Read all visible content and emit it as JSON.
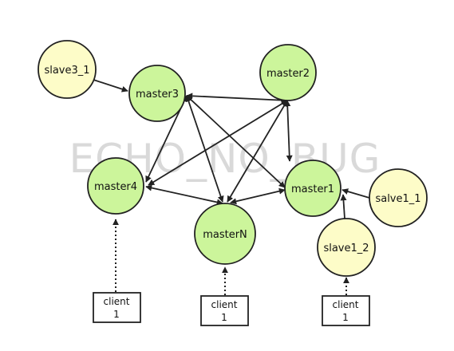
{
  "watermark": "ECHO_NO_BUG",
  "colors": {
    "master_fill": "#ccf59b",
    "slave_fill": "#fdfcc8",
    "stroke": "#222222",
    "watermark": "#d9d9d9"
  },
  "nodes": {
    "slave3_1": "slave3_1",
    "master3": "master3",
    "master2": "master2",
    "master4": "master4",
    "masterN": "masterN",
    "master1": "master1",
    "salve1_1": "salve1_1",
    "slave1_2": "slave1_2"
  },
  "clients": [
    {
      "line1": "client",
      "line2": "1"
    },
    {
      "line1": "client",
      "line2": "1"
    },
    {
      "line1": "client",
      "line2": "1"
    }
  ]
}
